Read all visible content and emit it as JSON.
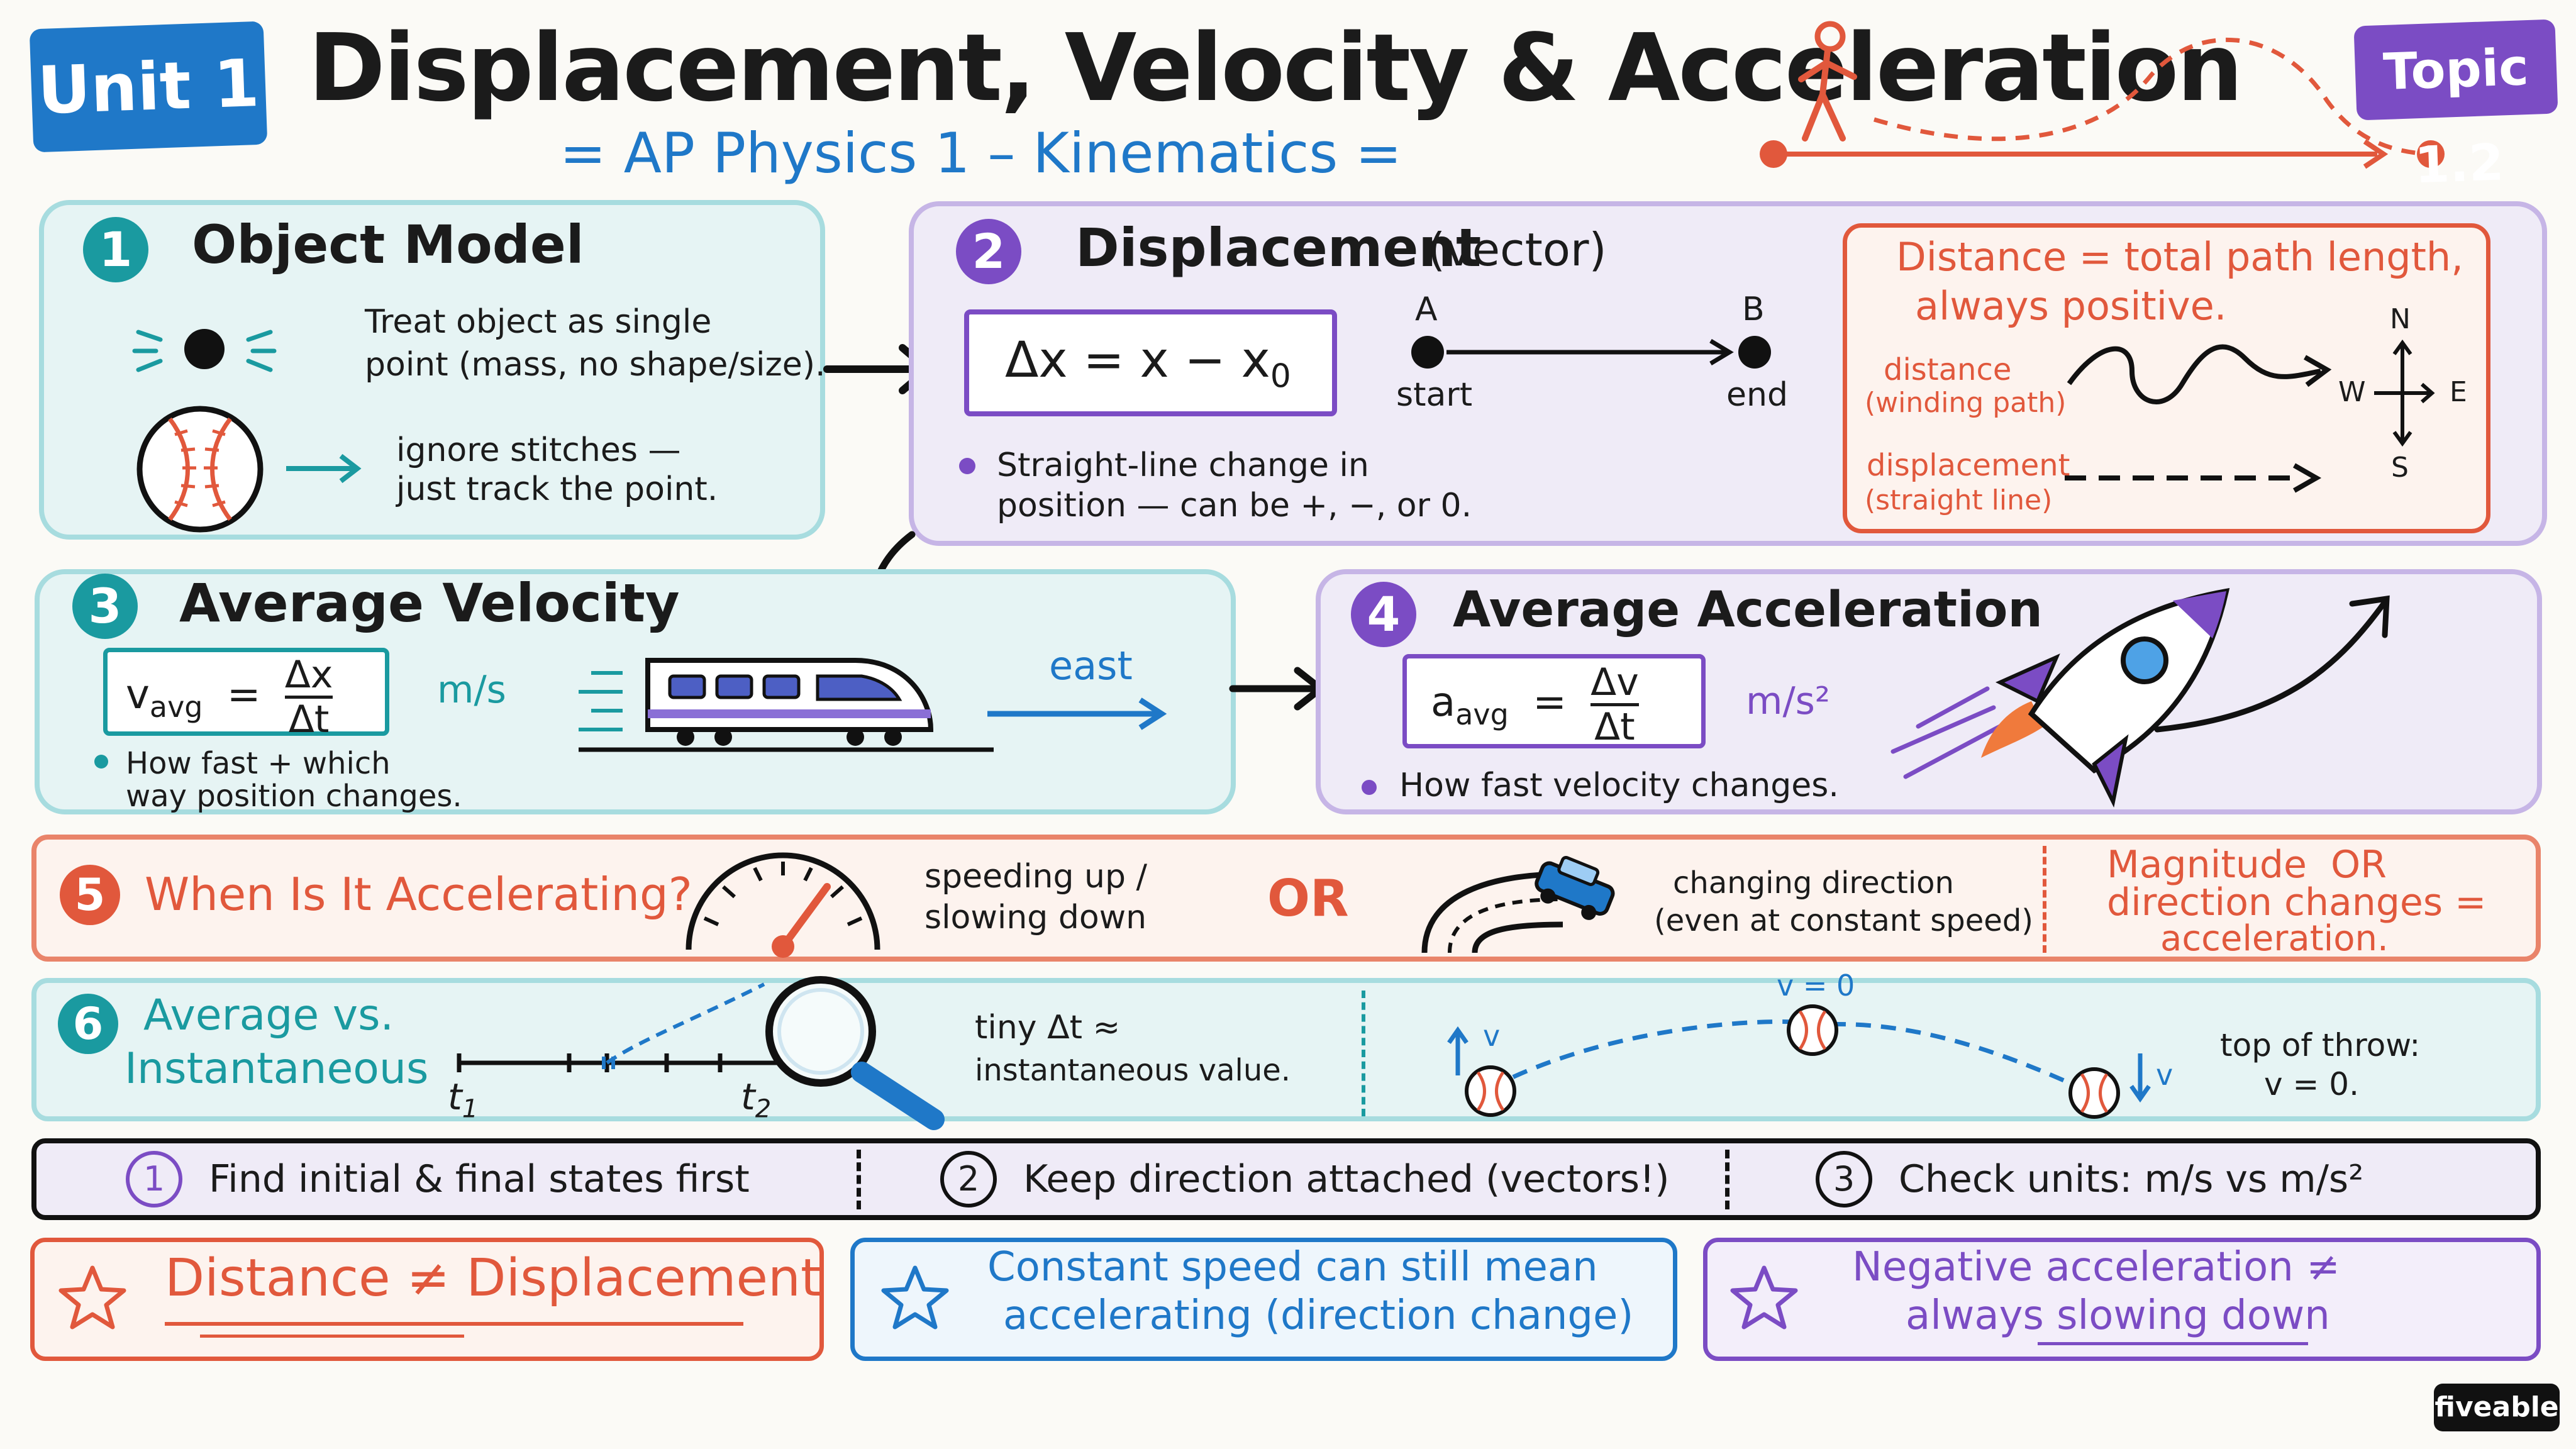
{
  "header": {
    "unit_badge": "Unit 1",
    "title": "Displacement, Velocity & Acceleration",
    "subtitle": "= AP Physics 1 – Kinematics =",
    "topic_badge": "Topic 1.2",
    "colors": {
      "blue": "#1f78c8",
      "purple": "#7b4cc4",
      "red": "#e1583c",
      "teal": "#1a9aa0"
    }
  },
  "panel1": {
    "number": "1",
    "title": "Object Model",
    "point_text_1": "Treat object as single",
    "point_text_2": "point (mass, no shape/size).",
    "ball_text_1": "ignore stitches —",
    "ball_text_2": "just track the point."
  },
  "panel2": {
    "number": "2",
    "title": "Displacement",
    "title_suffix": "(vector)",
    "equation_lhs": "Δx",
    "equation_rhs": "= x − x",
    "equation_sub": "0",
    "label_a": "A",
    "label_b": "B",
    "label_start": "start",
    "label_end": "end",
    "bullet_1": "Straight-line change in",
    "bullet_2": "position — can be +, −, or 0.",
    "inset": {
      "heading_1": "Distance = total path length,",
      "heading_2": "always positive.",
      "distance_label": "distance",
      "distance_sub": "(winding path)",
      "displacement_label": "displacement",
      "displacement_sub": "(straight line)",
      "compass": {
        "n": "N",
        "s": "S",
        "e": "E",
        "w": "W"
      }
    }
  },
  "panel3": {
    "number": "3",
    "title": "Average Velocity",
    "eq_lhs": "v",
    "eq_sub": "avg",
    "eq_num": "Δx",
    "eq_den": "Δt",
    "units": "m/s",
    "bullet_1": "How fast + which",
    "bullet_2": "way position changes.",
    "direction": "east"
  },
  "panel4": {
    "number": "4",
    "title": "Average Acceleration",
    "eq_lhs": "a",
    "eq_sub": "avg",
    "eq_num": "Δv",
    "eq_den": "Δt",
    "units": "m/s²",
    "bullet": "How fast velocity changes."
  },
  "panel5": {
    "number": "5",
    "title": "When Is It Accelerating?",
    "speed_text_1": "speeding up /",
    "speed_text_2": "slowing down",
    "or": "OR",
    "direction_text_1": "changing direction",
    "direction_text_2": "(even at constant speed)",
    "conclusion_1": "Magnitude  OR",
    "conclusion_2": "direction changes =",
    "conclusion_3": "acceleration."
  },
  "panel6": {
    "number": "6",
    "title_1": "Average vs.",
    "title_2": "Instantaneous",
    "t1": "t",
    "t1_sub": "1",
    "t2": "t",
    "t2_sub": "2",
    "tiny_1": "tiny Δt ≈",
    "tiny_2": "instantaneous value.",
    "v_zero_top": "v = 0",
    "v_up": "v",
    "v_down": "v",
    "throw_1": "top of throw:",
    "throw_2": "v = 0."
  },
  "steps": [
    {
      "num": "1",
      "text": "Find initial & final states first"
    },
    {
      "num": "2",
      "text": "Keep direction attached (vectors!)"
    },
    {
      "num": "3",
      "text": "Check units: m/s vs m/s²"
    }
  ],
  "tips": [
    {
      "text_1": "Distance ≠ Displacement",
      "text_2": "",
      "color": "#e1583c"
    },
    {
      "text_1": "Constant speed can still mean",
      "text_2": "accelerating (direction change)",
      "color": "#1f78c8"
    },
    {
      "text_1": "Negative acceleration ≠",
      "text_2": "always slowing down",
      "color": "#7b4cc4"
    }
  ],
  "brand": "fiveable"
}
